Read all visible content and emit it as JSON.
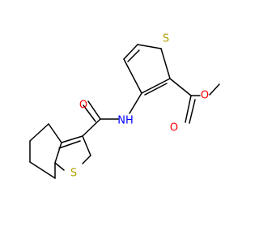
{
  "colors": {
    "bond": "#000000",
    "oxygen": "#ff0000",
    "nitrogen": "#0000ff",
    "sulfur": "#b3a100"
  },
  "atom_labels": {
    "s_thiophene": "S",
    "o_ester_single": "O",
    "o_ester_double": "O",
    "o_amide": "O",
    "nh": "NH",
    "s_benzothiophene": "S"
  }
}
